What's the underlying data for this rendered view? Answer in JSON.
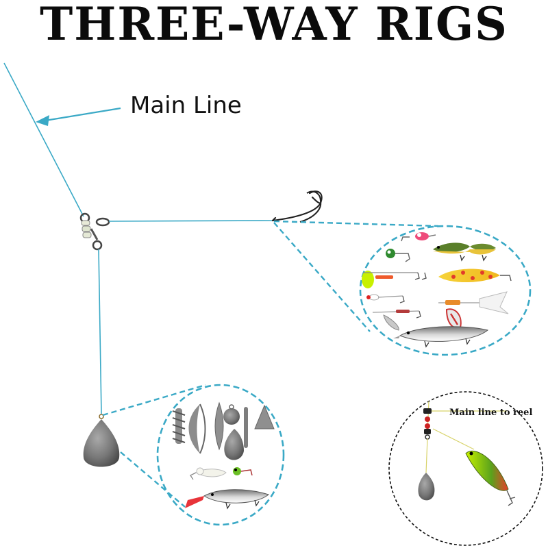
{
  "title": "THREE-WAY RIGS",
  "labels": {
    "main_line": "Main Line",
    "main_line_to_reel": "Main line to reel"
  },
  "colors": {
    "line": "#3aa9c6",
    "dashed": "#3aa9c6",
    "text": "#111111",
    "weight": "#7b7b7b"
  }
}
